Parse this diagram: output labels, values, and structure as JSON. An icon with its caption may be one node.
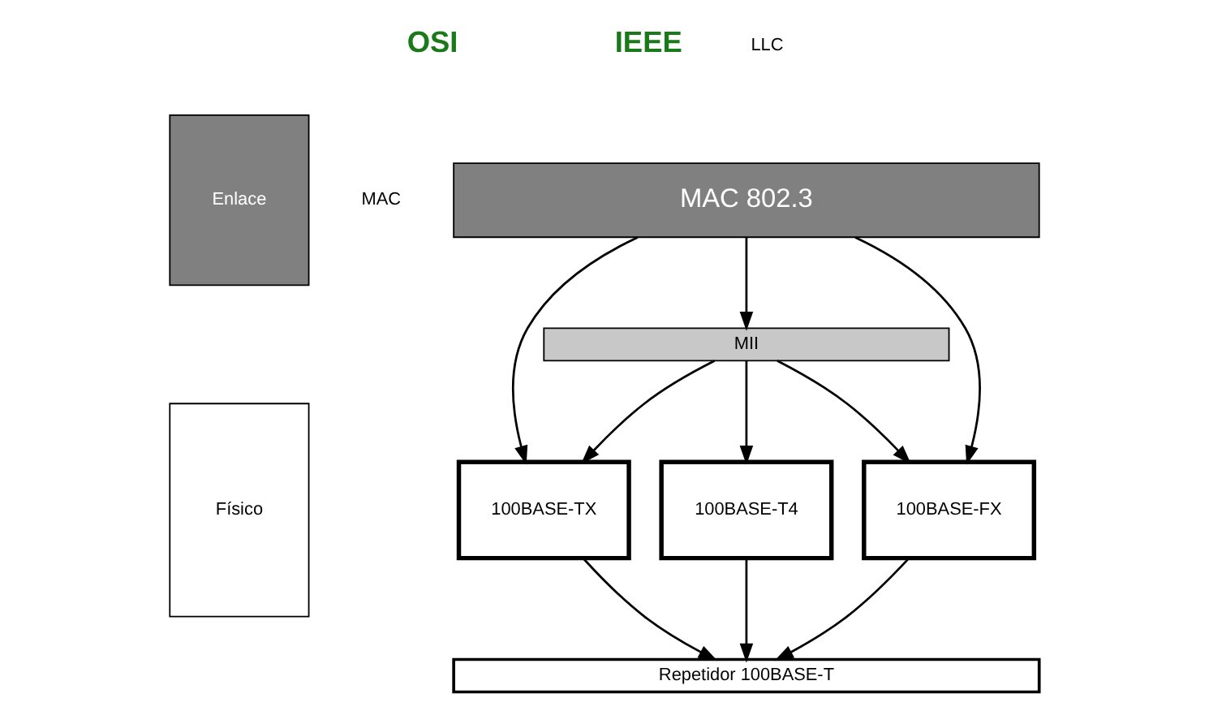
{
  "diagram": {
    "nodes": [
      {
        "text": [
          "Enlace"
        ]
      },
      {
        "text": [
          "Físico"
        ]
      },
      {
        "text": [
          "MAC 802.3"
        ]
      },
      {
        "text": [
          "MII"
        ]
      },
      {
        "text": [
          "100BASE-TX"
        ]
      },
      {
        "text": [
          "100BASE-T4"
        ]
      },
      {
        "text": [
          "100BASE-FX"
        ]
      },
      {
        "text": [
          "Repetidor 100BASE-T"
        ]
      }
    ],
    "edges": [
      {
        "from": 2,
        "to": 4,
        "arrow": "to"
      },
      {
        "from": 2,
        "to": 3,
        "arrow": "to"
      },
      {
        "from": 2,
        "to": 6,
        "arrow": "to"
      },
      {
        "from": 3,
        "to": 4,
        "arrow": "to"
      },
      {
        "from": 3,
        "to": 5,
        "arrow": "to"
      },
      {
        "from": 3,
        "to": 6,
        "arrow": "to"
      },
      {
        "from": 4,
        "to": 7,
        "arrow": "to"
      },
      {
        "from": 5,
        "to": 7,
        "arrow": "to"
      },
      {
        "from": 6,
        "to": 7,
        "arrow": "to"
      }
    ],
    "labels": [
      "OSI",
      "IEEE",
      "LLC",
      "MAC"
    ]
  }
}
